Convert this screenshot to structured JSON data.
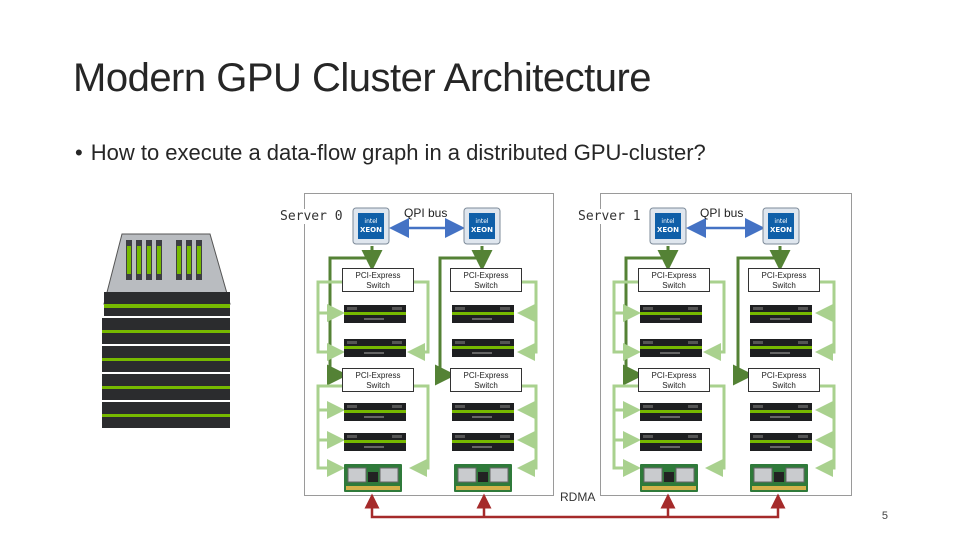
{
  "slide": {
    "title": "Modern GPU Cluster Architecture",
    "bullet": "How to execute a data-flow graph in a distributed GPU-cluster?",
    "page_number": "5"
  },
  "servers": [
    {
      "label": "Server 0"
    },
    {
      "label": "Server 1"
    }
  ],
  "bus": {
    "qpi_label": "QPI bus",
    "rdma_label": "RDMA"
  },
  "switch": {
    "line1": "PCI-Express",
    "line2": "Switch"
  },
  "cpu": {
    "brand": "intel",
    "model": "XEON"
  },
  "colors": {
    "qpi_arrow": "#4472c4",
    "pcie_dark": "#548235",
    "pcie_light": "#a9d18e",
    "rdma": "#a52a2a",
    "gpu_accent": "#76b900"
  }
}
